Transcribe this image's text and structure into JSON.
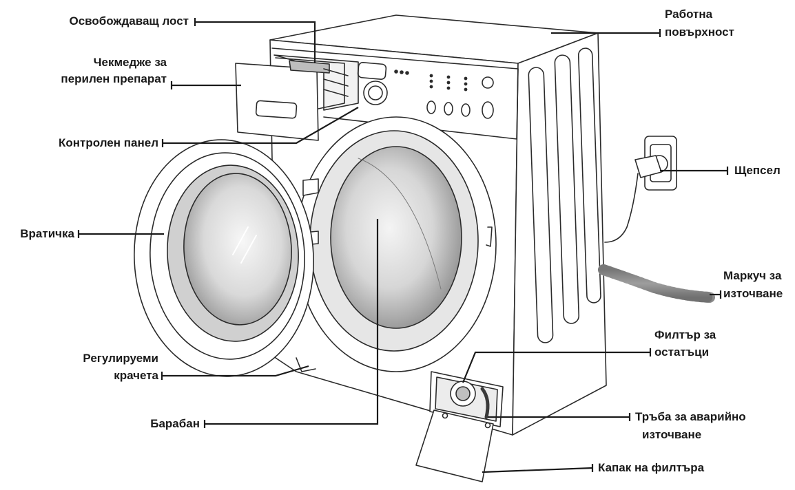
{
  "diagram": {
    "labels": {
      "release_lever": "Освобождаващ лост",
      "detergent_drawer_1": "Чекмедже за",
      "detergent_drawer_2": "перилен препарат",
      "control_panel": "Контролен панел",
      "door": "Вратичка",
      "adjustable_feet_1": "Регулируеми",
      "adjustable_feet_2": "крачета",
      "drum": "Барабан",
      "worktop_1": "Работна",
      "worktop_2": "повърхност",
      "plug": "Щепсел",
      "drain_hose_1": "Маркуч за",
      "drain_hose_2": "източване",
      "debris_filter_1": "Филтър за",
      "debris_filter_2": "остатъци",
      "emergency_drain_1": "Тръба за аварийно",
      "emergency_drain_2": "източване",
      "filter_cover": "Капак на филтъра"
    },
    "colors": {
      "line": "#1a1a1a",
      "outline": "#2b2b2b",
      "glass_light": "#f2f2f2",
      "glass_dark": "#8d8d8d"
    }
  }
}
